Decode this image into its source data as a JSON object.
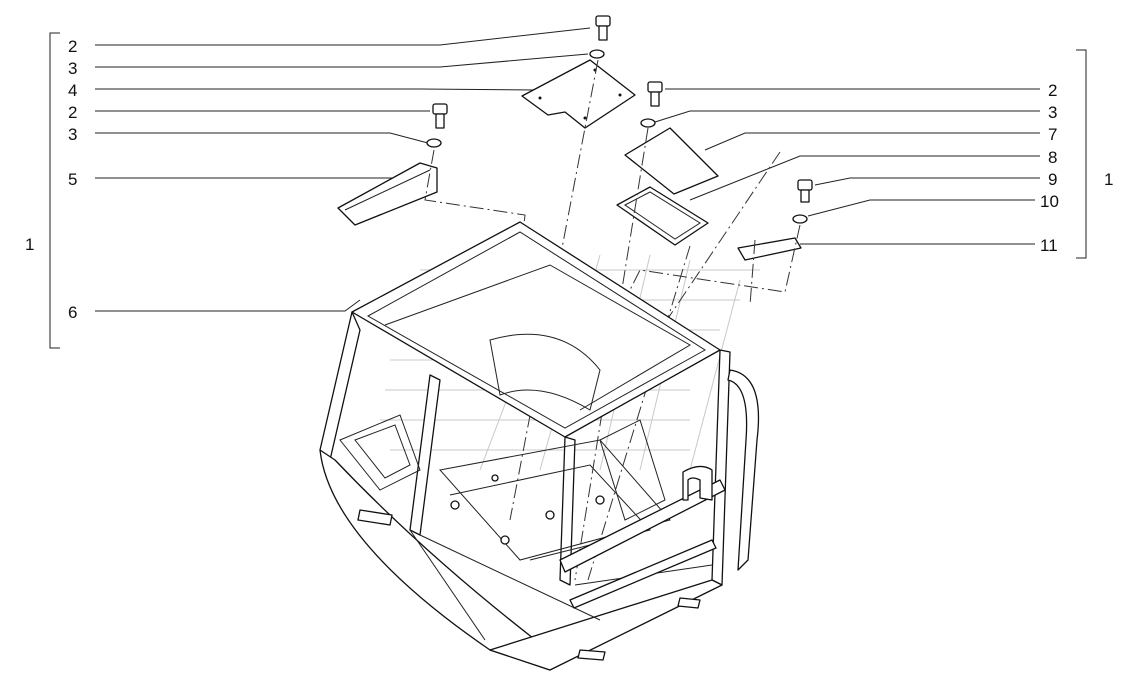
{
  "callouts": {
    "left_group": "1",
    "right_group": "1",
    "left": [
      "2",
      "3",
      "4",
      "2",
      "3",
      "5",
      "6"
    ],
    "right": [
      "2",
      "3",
      "7",
      "8",
      "9",
      "10",
      "11"
    ]
  },
  "colors": {
    "ink": "#111111",
    "background": "#ffffff",
    "watermark": "#c8c8c8"
  }
}
